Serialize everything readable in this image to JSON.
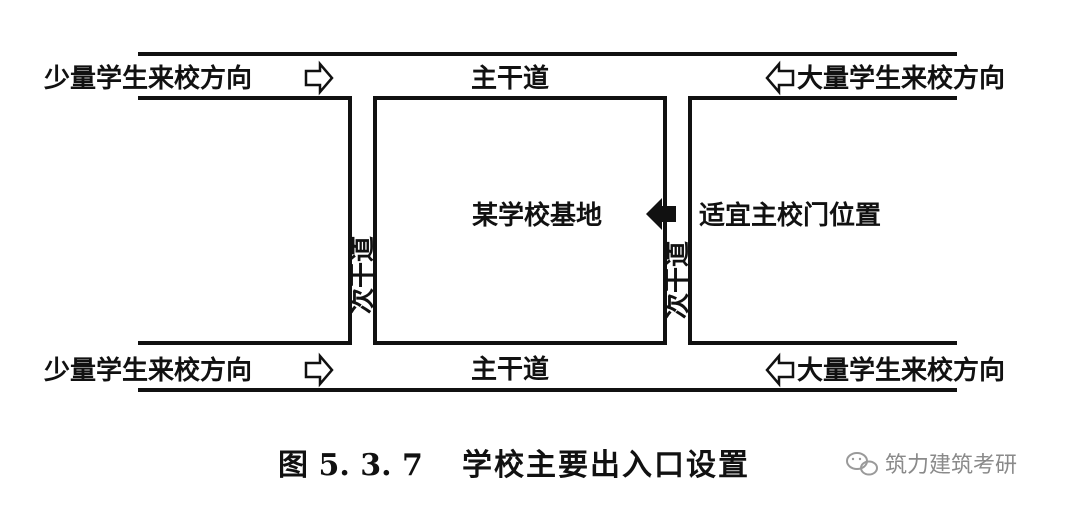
{
  "labels": {
    "direction_few": "少量学生来校方向",
    "direction_many": "大量学生来校方向",
    "main_road": "主干道",
    "secondary_road": "次干道",
    "school_site": "某学校基地",
    "gate_position": "适宜主校门位置"
  },
  "caption": {
    "figure_number": "图 5. 3. 7",
    "title": "学校主要出入口设置"
  },
  "watermark": "筑力建筑考研",
  "icons": {
    "outline_arrow": "hollow-arrow-icon",
    "solid_arrow": "solid-arrow-icon",
    "watermark": "wechat-logo-icon"
  }
}
